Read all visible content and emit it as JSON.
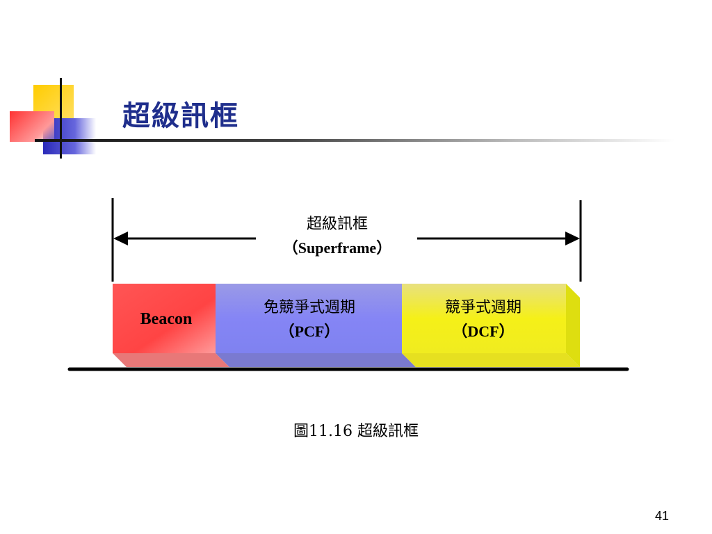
{
  "slide": {
    "title": "超級訊框",
    "page_number": "41"
  },
  "diagram": {
    "superframe_label_zh": "超級訊框",
    "superframe_label_en": "（Superframe）",
    "segments": [
      {
        "id": "beacon",
        "label": "Beacon",
        "color": "#ff4d4d"
      },
      {
        "id": "pcf",
        "label_zh": "免競爭式週期",
        "label_en": "（PCF）",
        "color": "#8a8af5"
      },
      {
        "id": "dcf",
        "label_zh": "競爭式週期",
        "label_en": "（DCF）",
        "color": "#f5f018"
      }
    ]
  },
  "caption": "圖11.16 超級訊框",
  "colors": {
    "title": "#1f2e8c",
    "deco_yellow": "#ffcc00",
    "deco_blue": "#3333cc",
    "deco_red": "#ff4444"
  }
}
